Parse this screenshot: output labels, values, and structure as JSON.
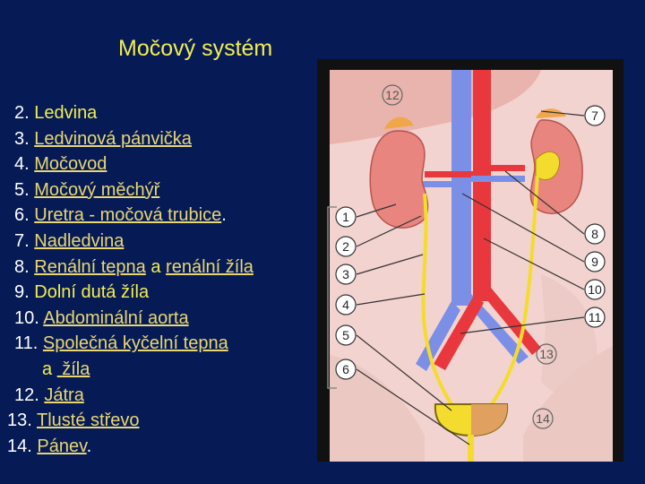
{
  "title": "Močový systém",
  "items": [
    {
      "num": "2.",
      "parts": [
        {
          "t": "Ledvina",
          "link": false
        }
      ]
    },
    {
      "num": "3.",
      "parts": [
        {
          "t": "Ledvinová pánvička",
          "link": true
        }
      ]
    },
    {
      "num": "4.",
      "parts": [
        {
          "t": "Močovod",
          "link": true
        }
      ]
    },
    {
      "num": "5.",
      "parts": [
        {
          "t": "Močový měchýř",
          "link": true
        }
      ]
    },
    {
      "num": "6.",
      "parts": [
        {
          "t": "Uretra - močová trubice",
          "link": true
        },
        {
          "t": ".",
          "link": false
        }
      ]
    },
    {
      "num": "7.",
      "parts": [
        {
          "t": "Nadledvina",
          "link": true
        }
      ]
    },
    {
      "num": "8.",
      "parts": [
        {
          "t": "Renální tepna",
          "link": true
        },
        {
          "t": " a ",
          "link": false
        },
        {
          "t": "renální žíla",
          "link": true
        }
      ]
    },
    {
      "num": "9.",
      "parts": [
        {
          "t": "Dolní dutá žíla",
          "link": false
        }
      ]
    },
    {
      "num": "10.",
      "parts": [
        {
          "t": "Abdominální aorta",
          "link": true
        }
      ]
    },
    {
      "num": "11.",
      "parts": [
        {
          "t": "Společná kyčelní tepna",
          "link": true
        }
      ]
    },
    {
      "num": "",
      "parts": [
        {
          "t": "a ",
          "link": false
        },
        {
          "t": " žíla",
          "link": true
        }
      ]
    },
    {
      "num": "12.",
      "parts": [
        {
          "t": "Játra",
          "link": true
        }
      ]
    },
    {
      "num": "13.",
      "parts": [
        {
          "t": "Tlusté střevo",
          "link": true
        }
      ]
    },
    {
      "num": "14.",
      "parts": [
        {
          "t": "Pánev",
          "link": true
        },
        {
          "t": ".",
          "link": false
        }
      ]
    }
  ],
  "figure": {
    "labels_left": [
      "1",
      "2",
      "3",
      "4",
      "5",
      "6"
    ],
    "labels_right": [
      "7",
      "8",
      "9",
      "10",
      "11"
    ],
    "label_liver": "12",
    "label_colon": "13",
    "label_pelvis": "14"
  },
  "colors": {
    "background": "#061a55",
    "title": "#f2ee52",
    "link": "#e8d774",
    "artery": "#e8383d",
    "vein": "#6b8ff0",
    "kidney": "#e9857f",
    "bladder": "#f3dc2e"
  }
}
